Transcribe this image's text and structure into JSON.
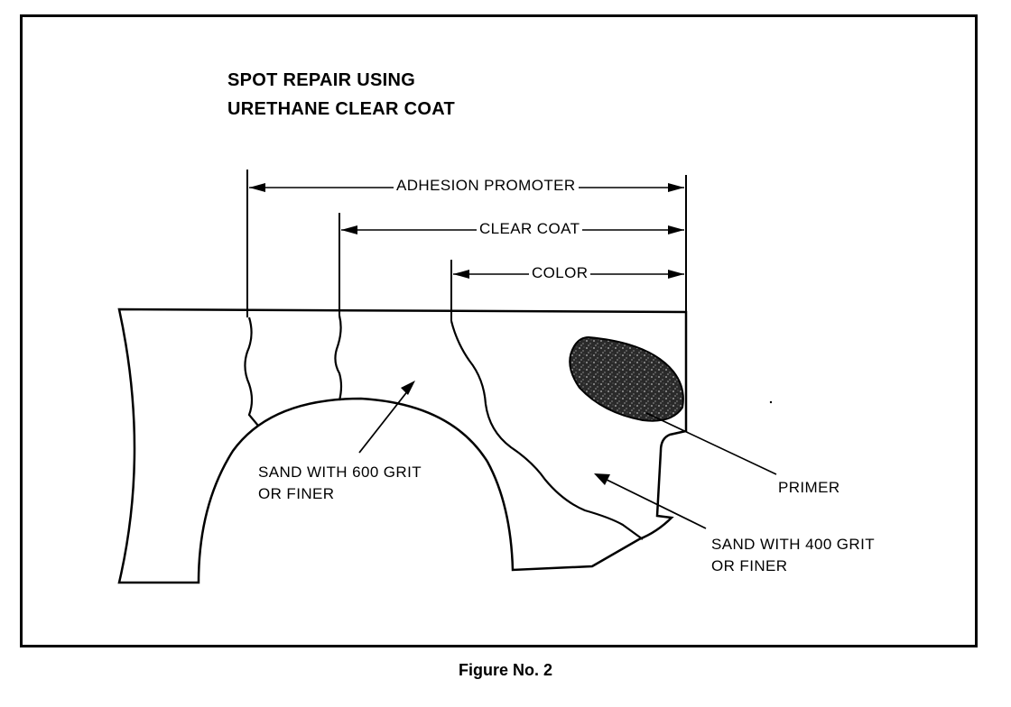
{
  "title": {
    "line1": "SPOT REPAIR USING",
    "line2": "URETHANE CLEAR COAT"
  },
  "dimension_labels": {
    "adhesion_promoter": "ADHESION PROMOTER",
    "clear_coat": "CLEAR COAT",
    "color": "COLOR"
  },
  "callouts": {
    "sand_600_line1": "SAND WITH 600 GRIT",
    "sand_600_line2": "OR FINER",
    "primer": "PRIMER",
    "sand_400_line1": "SAND WITH 400 GRIT",
    "sand_400_line2": "OR FINER"
  },
  "caption": "Figure No. 2"
}
